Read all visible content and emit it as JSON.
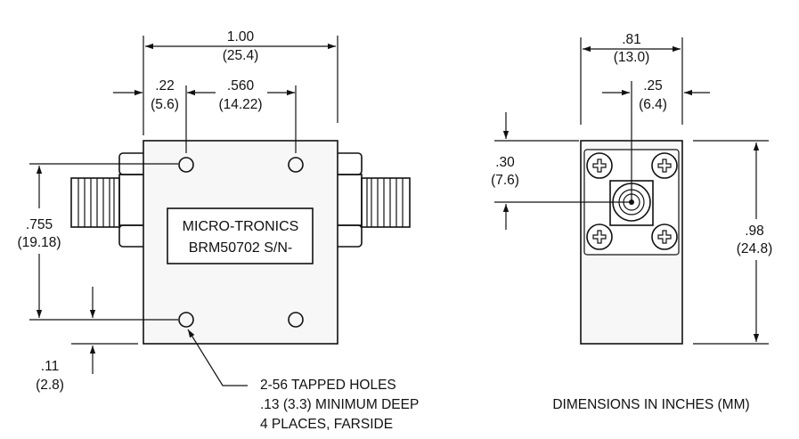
{
  "front_view": {
    "overall_width_in": "1.00",
    "overall_width_mm": "(25.4)",
    "hole_edge_in": ".22",
    "hole_edge_mm": "(5.6)",
    "hole_spacing_x_in": ".560",
    "hole_spacing_x_mm": "(14.22)",
    "hole_spacing_y_in": ".755",
    "hole_spacing_y_mm": "(19.18)",
    "hole_bottom_in": ".11",
    "hole_bottom_mm": "(2.8)",
    "label_line1": "MICRO-TRONICS",
    "label_line2": "BRM50702 S/N-"
  },
  "side_view": {
    "width_in": ".81",
    "width_mm": "(13.0)",
    "connector_offset_in": ".25",
    "connector_offset_mm": "(6.4)",
    "connector_height_in": ".30",
    "connector_height_mm": "(7.6)",
    "height_in": ".98",
    "height_mm": "(24.8)"
  },
  "notes": {
    "holes_line1": "2-56 TAPPED HOLES",
    "holes_line2": ".13 (3.3) MINIMUM DEEP",
    "holes_line3": "4 PLACES, FARSIDE",
    "units": "DIMENSIONS IN INCHES (MM)"
  }
}
